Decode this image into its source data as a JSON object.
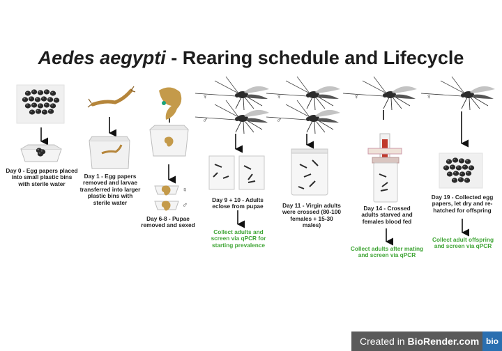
{
  "title": {
    "species": "Aedes aegypti",
    "rest": " - Rearing schedule and Lifecycle"
  },
  "steps": {
    "day0": "Day 0 - Egg papers placed into small plastic bins with sterile water",
    "day1": "Day 1 - Egg papers removed and larvae transferred into larger plastic bins with sterile water",
    "day6": "Day 6-8 - Pupae removed and sexed",
    "day9": "Day 9 + 10 - Adults eclose from pupae",
    "day11": "Day 11 - Virgin adults were crossed (80-100 females + 15-30 males)",
    "day14": "Day 14 - Crossed adults starved and females blood fed",
    "day19": "Day 19 - Collected egg papers, let dry and re-hatched for offspring"
  },
  "screening": {
    "day9": "Collect adults and screen via qPCR for starting prevalence",
    "day14": "Collect adults after mating and screen via qPCR",
    "day19": "Collect adult offspring and screen via qPCR"
  },
  "symbols": {
    "female": "♀",
    "male": "♂"
  },
  "badge": {
    "prefix": "Created in ",
    "brand": "BioRender.com",
    "logo": "bio"
  },
  "colors": {
    "accent_green": "#3fa535",
    "mosquito": "#2b2b2b",
    "larva": "#b5853a",
    "badge_bg": "#5a5a5a"
  }
}
